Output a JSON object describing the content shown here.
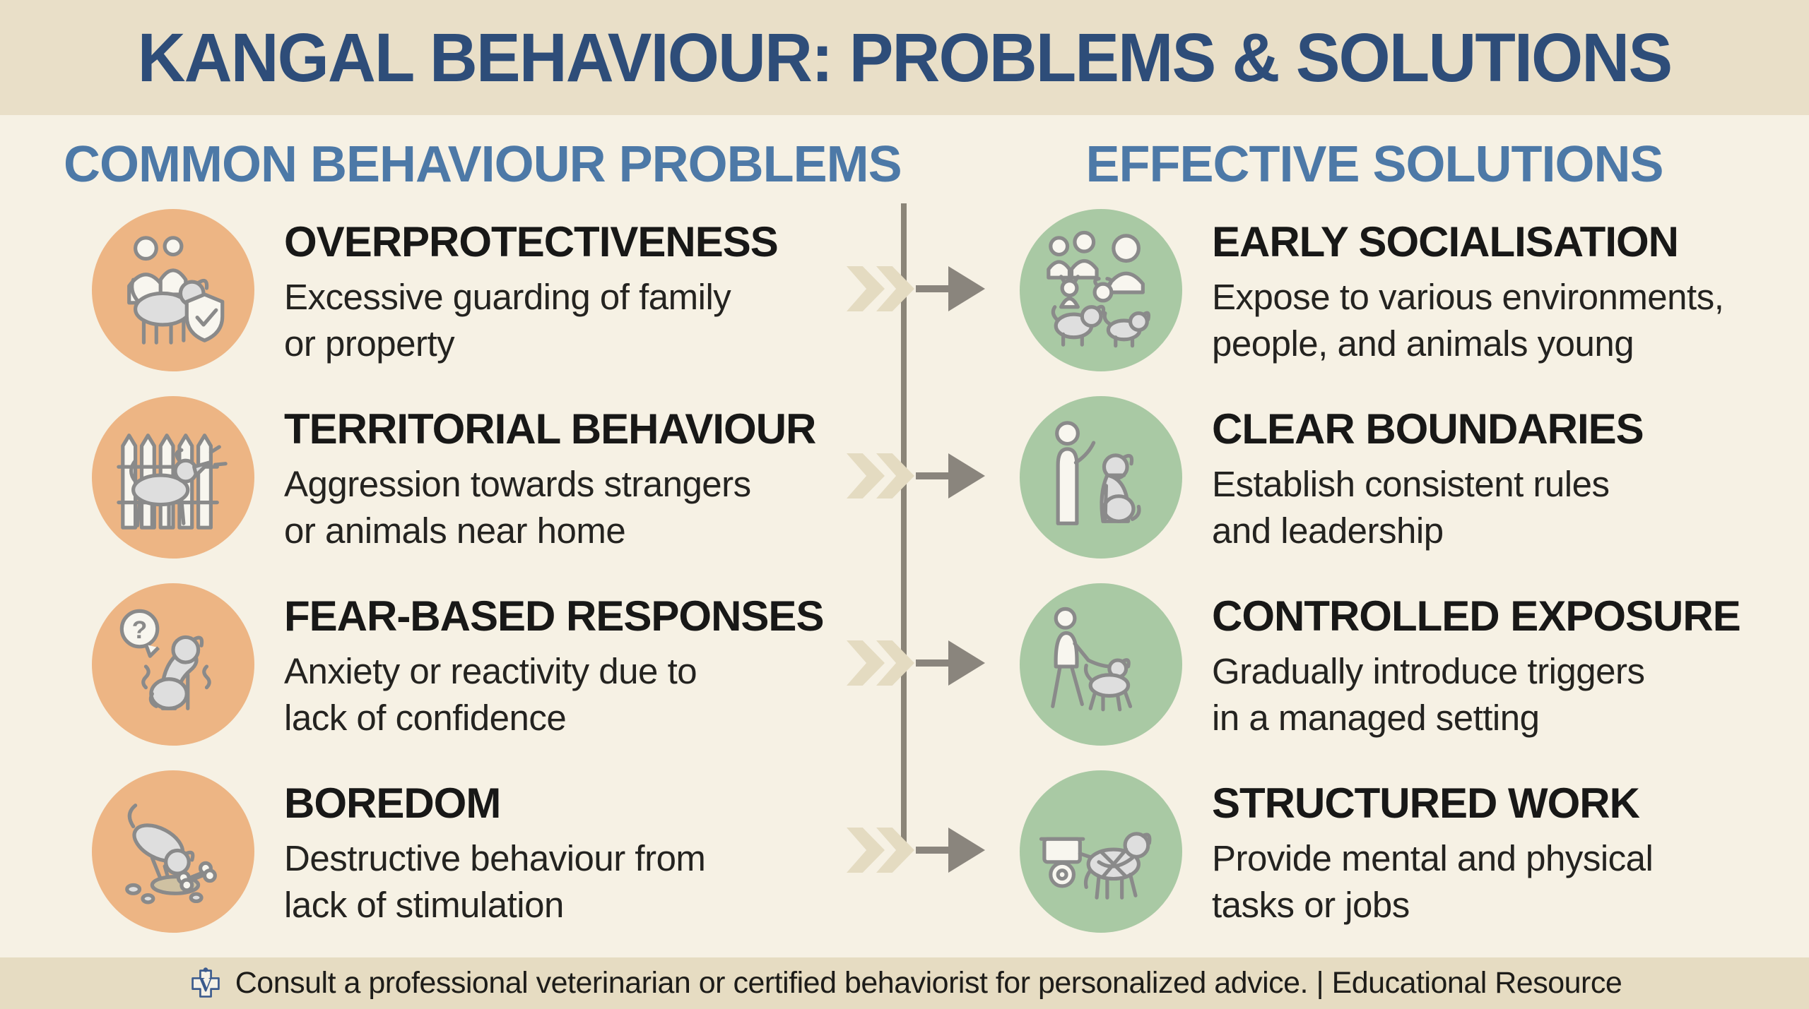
{
  "header": {
    "title": "KANGAL BEHAVIOUR: PROBLEMS & SOLUTIONS"
  },
  "columns": {
    "problems": {
      "heading": "COMMON BEHAVIOUR PROBLEMS",
      "accent_color": "#edb584",
      "items": [
        {
          "icon": "family-dog-shield-icon",
          "title": "OVERPROTECTIVENESS",
          "description": "Excessive guarding of family\nor property"
        },
        {
          "icon": "fence-barking-dog-icon",
          "title": "TERRITORIAL BEHAVIOUR",
          "description": "Aggression towards strangers\nor animals near home"
        },
        {
          "icon": "anxious-dog-question-icon",
          "title": "FEAR-BASED RESPONSES",
          "description": "Anxiety or reactivity due to\nlack of confidence"
        },
        {
          "icon": "digging-dog-bone-icon",
          "title": "BOREDOM",
          "description": "Destructive behaviour from\nlack of stimulation"
        }
      ]
    },
    "solutions": {
      "heading": "EFFECTIVE SOLUTIONS",
      "accent_color": "#a9c9a4",
      "items": [
        {
          "icon": "people-and-puppies-icon",
          "title": "EARLY SOCIALISATION",
          "description": "Expose to various environments,\npeople, and animals young"
        },
        {
          "icon": "trainer-sitting-dog-icon",
          "title": "CLEAR BOUNDARIES",
          "description": "Establish consistent rules\nand leadership"
        },
        {
          "icon": "leash-walking-icon",
          "title": "CONTROLLED EXPOSURE",
          "description": "Gradually introduce triggers\nin a managed setting"
        },
        {
          "icon": "dog-pulling-cart-icon",
          "title": "STRUCTURED WORK",
          "description": "Provide mental and physical\ntasks or jobs"
        }
      ]
    }
  },
  "divider": {
    "style": "vertical line with four right-pointing arrows",
    "line_color": "#8b8578",
    "chevron_color": "#e4dbc1"
  },
  "footer": {
    "icon": "veterinary-cross-icon",
    "text": "Consult a professional veterinarian or certified behaviorist for personalized advice. | Educational Resource"
  },
  "colors": {
    "header_band": "#e9dfc8",
    "body_background": "#f6f1e4",
    "footer_band": "#e6dcc2",
    "title_blue": "#2e4d79",
    "heading_blue": "#4d79a7",
    "text_dark": "#1e1d1a"
  }
}
